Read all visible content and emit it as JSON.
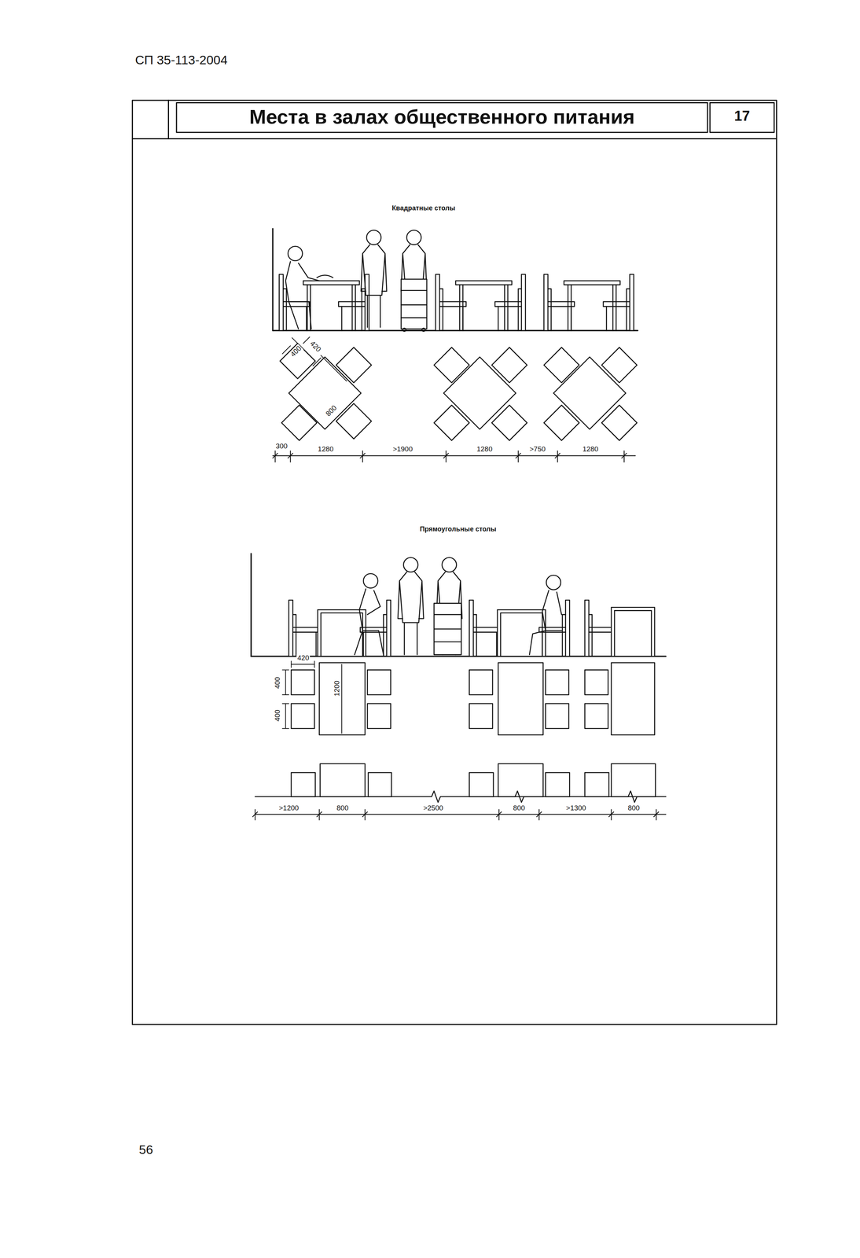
{
  "diagram": {
    "title": "Места в залах общественного питания",
    "labels": [
      "СП 35-113-2004",
      "17",
      "Квадратные столы",
      "400",
      "420",
      "800",
      "300",
      "1280",
      ">1900",
      "1280",
      ">750",
      "1280",
      "Прямоугольные столы",
      "420",
      "400",
      "400",
      "1200",
      ">1200",
      "800",
      ">2500",
      "800",
      ">1300",
      "800",
      "56"
    ]
  }
}
